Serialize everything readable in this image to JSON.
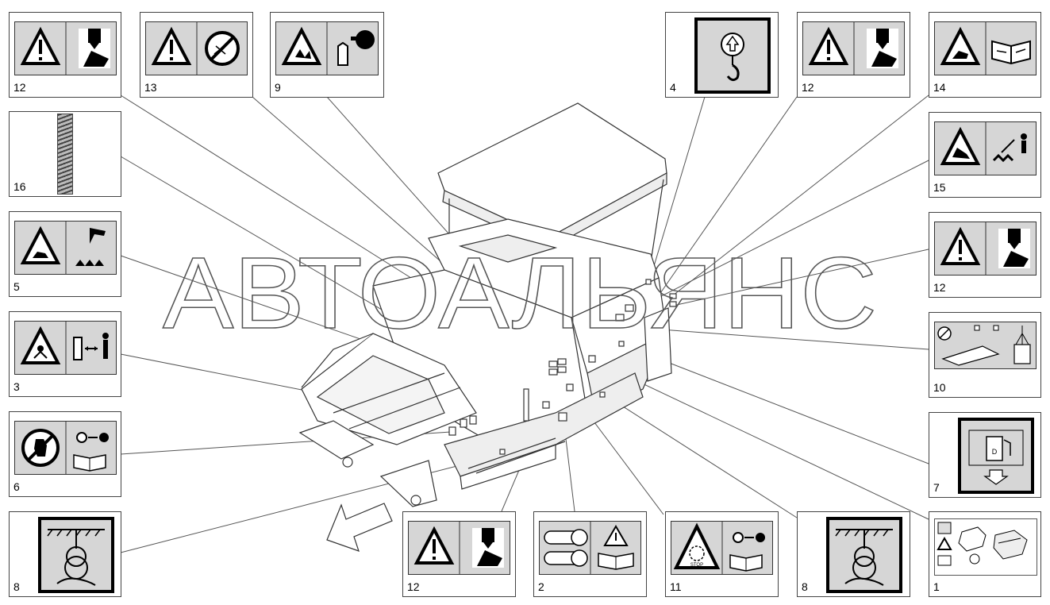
{
  "watermark": "АВТОАЛЬЯНС",
  "callouts": [
    {
      "id": "p12a",
      "label": "12",
      "icon": "hand-crush-warning-icon"
    },
    {
      "id": "p13",
      "label": "13",
      "icon": "no-water-spray-icon"
    },
    {
      "id": "p9",
      "label": "9",
      "icon": "hot-surface-gloves-icon"
    },
    {
      "id": "p4",
      "label": "4",
      "icon": "crane-hook-lifting-icon"
    },
    {
      "id": "p12b",
      "label": "12",
      "icon": "hand-crush-warning-icon"
    },
    {
      "id": "p14",
      "label": "14",
      "icon": "tipping-manual-icon"
    },
    {
      "id": "p16",
      "label": "16",
      "icon": "reflective-strip-icon"
    },
    {
      "id": "p15",
      "label": "15",
      "icon": "auger-keep-distance-icon"
    },
    {
      "id": "p5",
      "label": "5",
      "icon": "hot-material-hand-icon"
    },
    {
      "id": "p12c",
      "label": "12",
      "icon": "hand-crush-warning-icon"
    },
    {
      "id": "p3",
      "label": "3",
      "icon": "keep-distance-person-icon"
    },
    {
      "id": "p10",
      "label": "10",
      "icon": "transport-lifting-diagram-icon"
    },
    {
      "id": "p6",
      "label": "6",
      "icon": "no-hand-key-manual-icon"
    },
    {
      "id": "p7",
      "label": "7",
      "icon": "diesel-fuel-icon"
    },
    {
      "id": "p8a",
      "label": "8",
      "icon": "tie-down-point-icon"
    },
    {
      "id": "p12d",
      "label": "12",
      "icon": "hand-crush-warning-icon"
    },
    {
      "id": "p2",
      "label": "2",
      "icon": "chain-tension-manual-icon"
    },
    {
      "id": "p11",
      "label": "11",
      "icon": "emergency-stop-key-icon"
    },
    {
      "id": "p8b",
      "label": "8",
      "icon": "tie-down-point-icon"
    },
    {
      "id": "p1",
      "label": "1",
      "icon": "instruction-overview-icon"
    }
  ],
  "colors": {
    "decal_bg": "#d6d6d6",
    "line": "#333333",
    "watermark_stroke": "#555555"
  }
}
